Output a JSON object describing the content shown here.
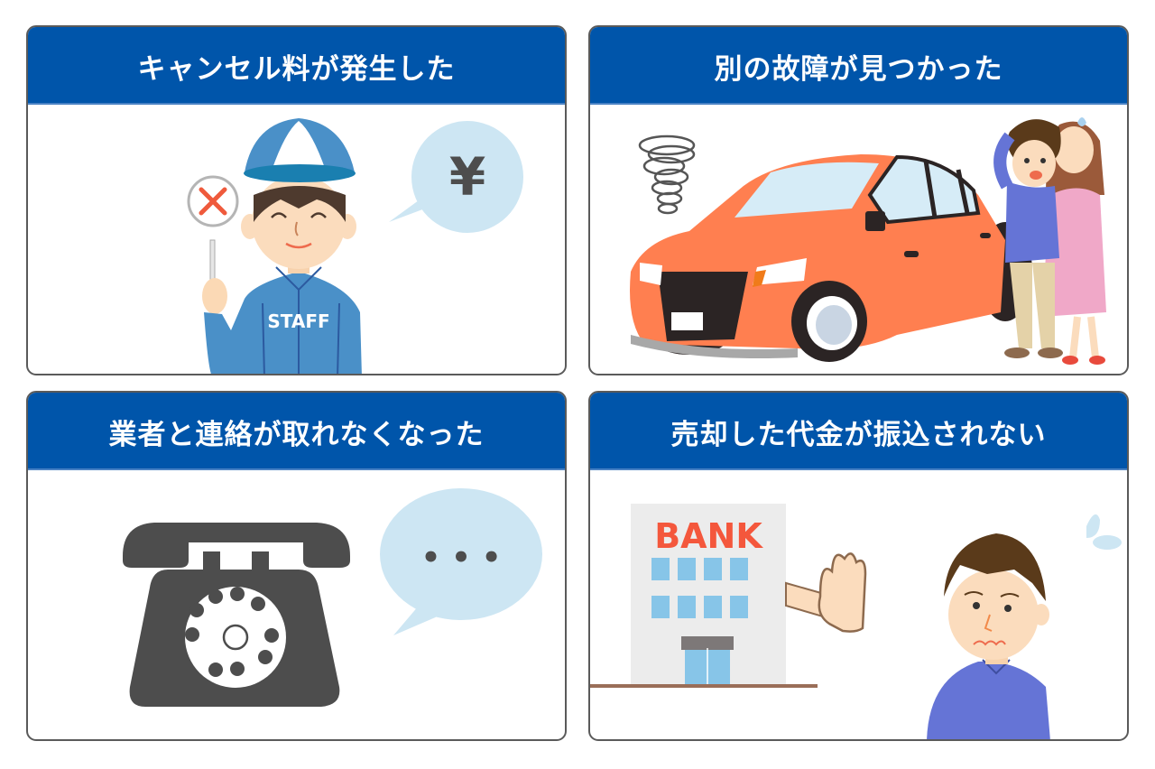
{
  "colors": {
    "header_bg": "#0055aa",
    "card_border": "#5a5a5a",
    "bubble": "#cde6f3",
    "dark_gray": "#4d4d4d",
    "car_orange": "#ff7f50",
    "bank_red": "#f4573c",
    "shirt_blue": "#6574d6",
    "staff_blue": "#4a90c8"
  },
  "cards": [
    {
      "title": "キャンセル料が発生した",
      "illustration": {
        "description": "staff-holding-x-sign",
        "sign_icon": "x-mark-icon",
        "shirt_label": "STAFF",
        "bubble_text": "¥"
      }
    },
    {
      "title": "別の故障が見つかった",
      "illustration": {
        "description": "broken-car-with-worried-couple",
        "smoke_icon": "scribble-smoke-icon"
      }
    },
    {
      "title": "業者と連絡が取れなくなった",
      "illustration": {
        "description": "rotary-phone-with-silent-bubble",
        "bubble_text": "• • •"
      }
    },
    {
      "title": "売却した代金が振込されない",
      "illustration": {
        "description": "bank-refusing-man-worried",
        "bank_label": "BANK"
      }
    }
  ]
}
